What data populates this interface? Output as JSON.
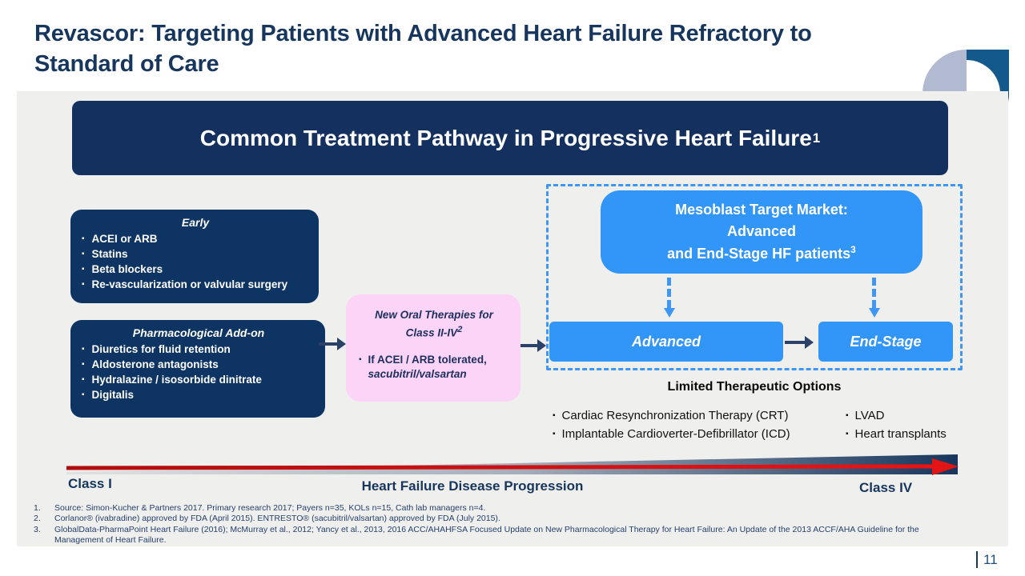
{
  "header": {
    "title": "Revascor: Targeting Patients with Advanced Heart Failure Refractory to Standard of Care"
  },
  "banner": {
    "title": "Common Treatment Pathway in Progressive Heart Failure",
    "sup": "1"
  },
  "early_box": {
    "title": "Early",
    "items": [
      "ACEI or ARB",
      "Statins",
      "Beta blockers",
      "Re-vascularization or valvular surgery"
    ]
  },
  "addon_box": {
    "title": "Pharmacological Add-on",
    "items": [
      "Diuretics for fluid retention",
      "Aldosterone antagonists",
      "Hydralazine / isosorbide dinitrate",
      "Digitalis"
    ]
  },
  "oral_box": {
    "title_line1": "New Oral Therapies for",
    "title_line2": "Class II-IV",
    "sup": "2",
    "bullet_line1": "If ACEI / ARB tolerated,",
    "bullet_line2": "sacubitril/valsartan"
  },
  "target_market": {
    "line1": "Mesoblast Target Market:",
    "line2": "Advanced",
    "line3": "and End-Stage HF patients",
    "sup": "3"
  },
  "stages": {
    "advanced": "Advanced",
    "end_stage": "End-Stage"
  },
  "options": {
    "heading": "Limited Therapeutic Options",
    "col1": [
      "Cardiac Resynchronization Therapy (CRT)",
      "Implantable Cardioverter-Defibrillator (ICD)"
    ],
    "col2": [
      "LVAD",
      "Heart transplants"
    ]
  },
  "progression": {
    "class_left": "Class I",
    "label": "Heart Failure Disease Progression",
    "class_right": "Class IV"
  },
  "footnotes": [
    {
      "num": "1.",
      "text": "Source: Simon-Kucher & Partners 2017. Primary research 2017; Payers n=35,  KOLs n=15, Cath lab managers n=4."
    },
    {
      "num": "2.",
      "text": "Corlanor® (ivabradine) approved by FDA (April 2015). ENTRESTO®  (sacubitril/valsartan) approved by FDA (July 2015)."
    },
    {
      "num": "3.",
      "text": "GlobalData-PharmaPoint  Heart Failure (2016); McMurray et al.,  2012; Yancy et al., 2013, 2016 ACC/AHAHFSA Focused Update on New Pharmacological Therapy for Heart Failure:  An Update of the 2013 ACCF/AHA Guideline  for the Management  of Heart Failure."
    }
  ],
  "footer": {
    "page_number": "11"
  },
  "colors": {
    "title_navy": "#17365D",
    "banner_navy": "#13305F",
    "box_navy": "#0E3463",
    "bright_blue": "#3295F8",
    "dashed_blue": "#3E96F5",
    "pink": "#FBD4F7",
    "arrow_navy": "#2B4168",
    "red_arrow": "#D50F0F",
    "panel_gray": "#EFEFEE",
    "logo_gray_blue": "#B2BAD1",
    "logo_mid_blue": "#14598C",
    "logo_navy": "#12355E"
  }
}
